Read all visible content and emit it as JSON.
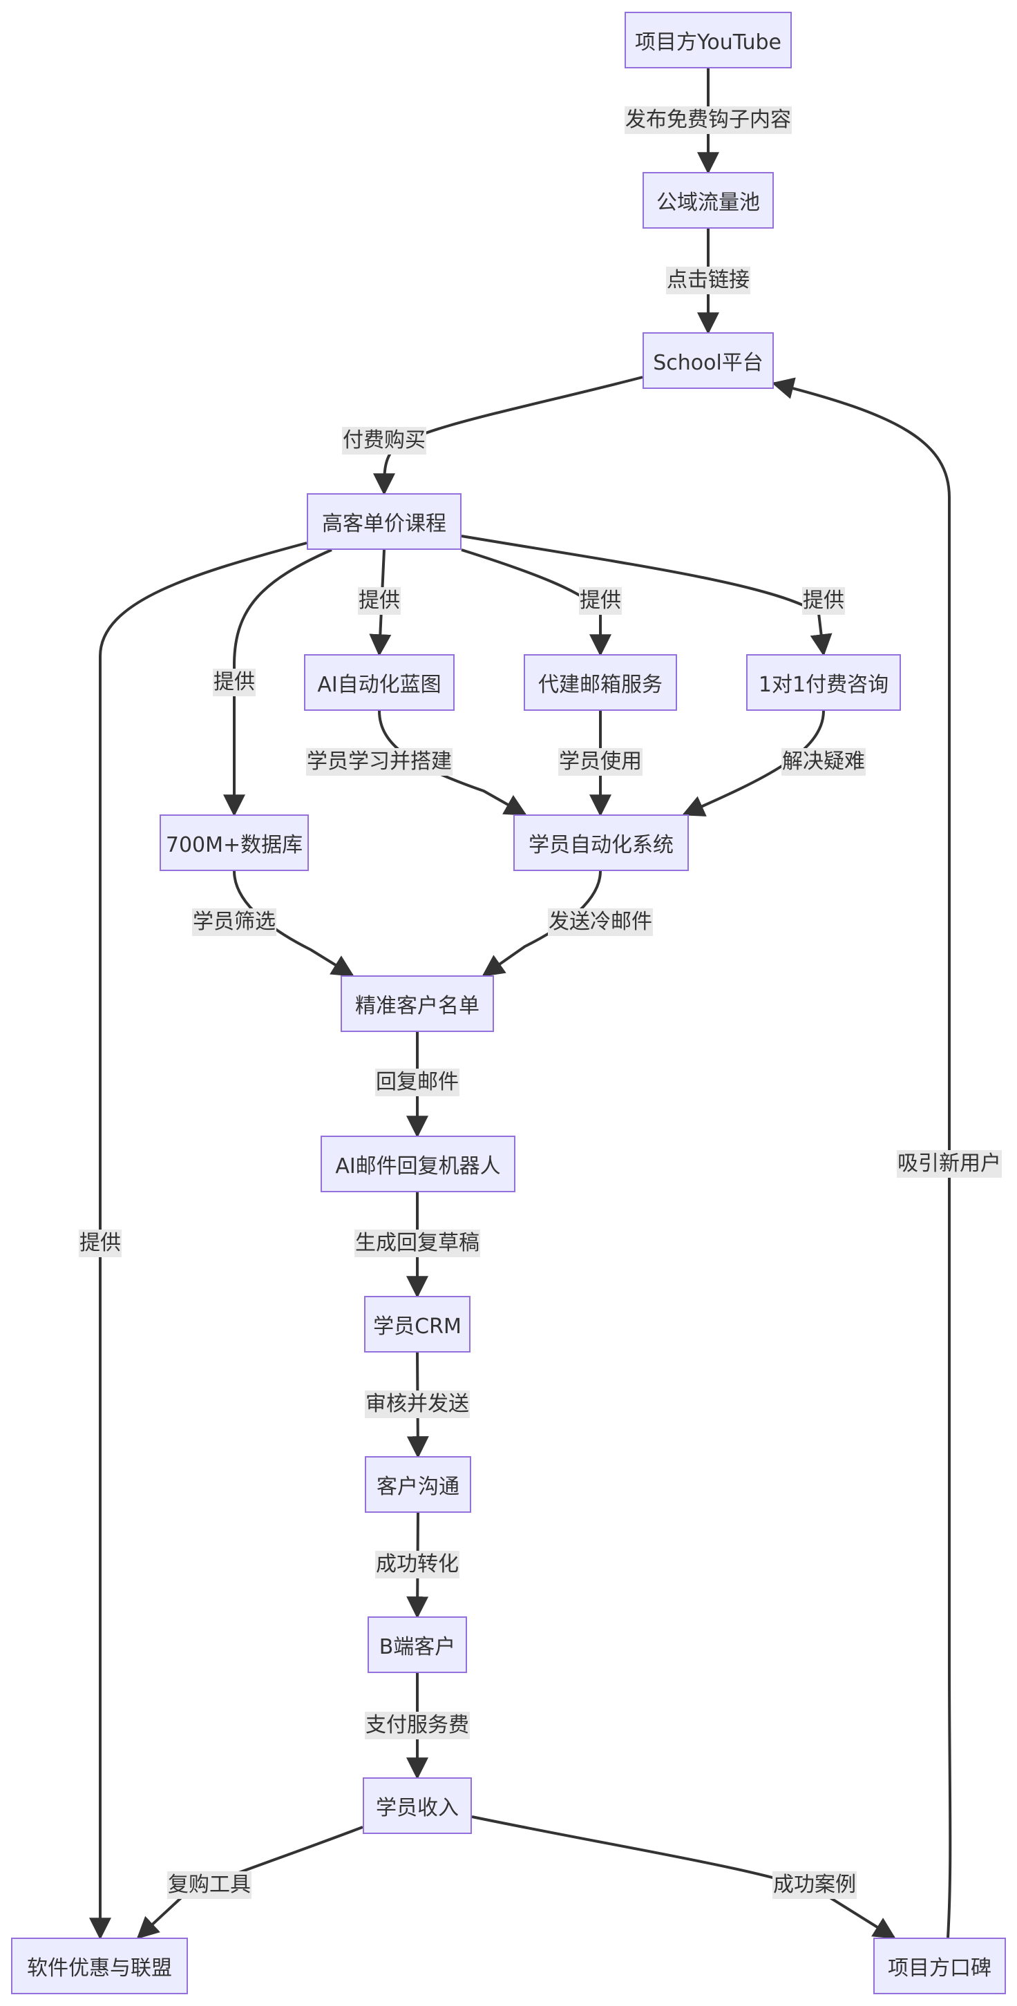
{
  "diagram": {
    "type": "flowchart",
    "nodes": {
      "youtube": "项目方YouTube",
      "traffic": "公域流量池",
      "school": "School平台",
      "course": "高客单价课程",
      "blueprint": "AI自动化蓝图",
      "mailbox": "代建邮箱服务",
      "consult": "1对1付费咨询",
      "database": "700M+数据库",
      "system": "学员自动化系统",
      "leads": "精准客户名单",
      "bot": "AI邮件回复机器人",
      "crm": "学员CRM",
      "comm": "客户沟通",
      "bclient": "B端客户",
      "income": "学员收入",
      "software": "软件优惠与联盟",
      "reputation": "项目方口碑"
    },
    "edges": [
      {
        "from": "youtube",
        "to": "traffic",
        "label": "发布免费钩子内容"
      },
      {
        "from": "traffic",
        "to": "school",
        "label": "点击链接"
      },
      {
        "from": "school",
        "to": "course",
        "label": "付费购买"
      },
      {
        "from": "course",
        "to": "blueprint",
        "label": "提供"
      },
      {
        "from": "course",
        "to": "mailbox",
        "label": "提供"
      },
      {
        "from": "course",
        "to": "consult",
        "label": "提供"
      },
      {
        "from": "course",
        "to": "database",
        "label": "提供"
      },
      {
        "from": "course",
        "to": "software",
        "label": "提供"
      },
      {
        "from": "blueprint",
        "to": "system",
        "label": "学员学习并搭建"
      },
      {
        "from": "mailbox",
        "to": "system",
        "label": "学员使用"
      },
      {
        "from": "consult",
        "to": "system",
        "label": "解决疑难"
      },
      {
        "from": "database",
        "to": "leads",
        "label": "学员筛选"
      },
      {
        "from": "system",
        "to": "leads",
        "label": "发送冷邮件"
      },
      {
        "from": "leads",
        "to": "bot",
        "label": "回复邮件"
      },
      {
        "from": "bot",
        "to": "crm",
        "label": "生成回复草稿"
      },
      {
        "from": "crm",
        "to": "comm",
        "label": "审核并发送"
      },
      {
        "from": "comm",
        "to": "bclient",
        "label": "成功转化"
      },
      {
        "from": "bclient",
        "to": "income",
        "label": "支付服务费"
      },
      {
        "from": "income",
        "to": "software",
        "label": "复购工具"
      },
      {
        "from": "income",
        "to": "reputation",
        "label": "成功案例"
      },
      {
        "from": "reputation",
        "to": "school",
        "label": "吸引新用户"
      }
    ]
  },
  "colors": {
    "node_fill": "#ECECFF",
    "node_border": "#9370DB",
    "edge": "#333333",
    "label_bg": "#e8e8e8",
    "text": "#333333"
  }
}
